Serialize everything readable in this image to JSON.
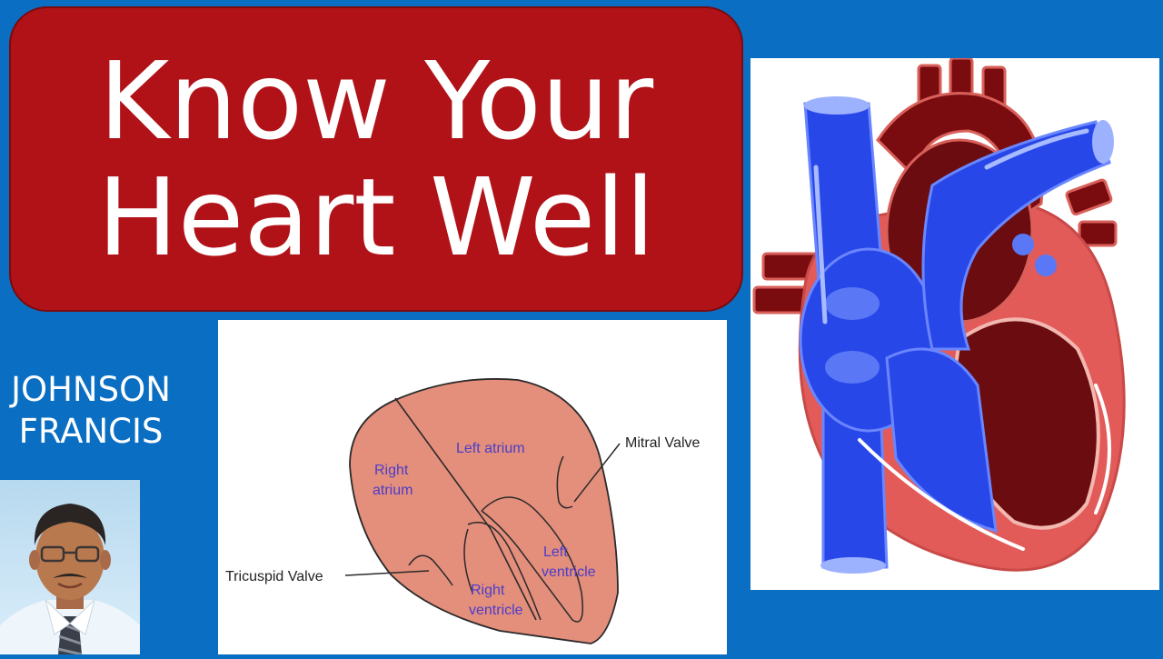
{
  "title": {
    "line1": "Know Your",
    "line2": "Heart Well"
  },
  "author": {
    "first": "JOHNSON",
    "last": "FRANCIS"
  },
  "diagram": {
    "labels": {
      "left_atrium": "Left atrium",
      "right_atrium_1": "Right",
      "right_atrium_2": "atrium",
      "left_ventricle_1": "Left",
      "left_ventricle_2": "ventricle",
      "right_ventricle_1": "Right",
      "right_ventricle_2": "ventricle",
      "mitral_valve": "Mitral Valve",
      "tricuspid_valve": "Tricuspid Valve"
    }
  },
  "colors": {
    "background": "#0a6ec2",
    "title_box": "#b01218",
    "heart_outline": "#e0807a",
    "label_text": "#4a3ec8"
  }
}
